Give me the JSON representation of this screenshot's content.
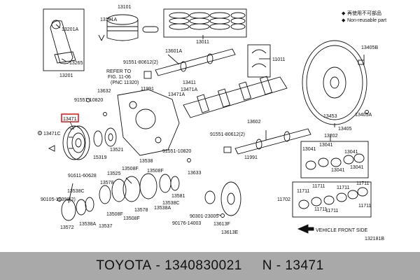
{
  "legend": {
    "reusable_marker": "◆",
    "reusable_text": "再使用不可部品",
    "non_reusable_marker": "◆",
    "non_reusable_text": "Non-reusable part"
  },
  "highlight": {
    "part_number": "13471",
    "color": "#e00000"
  },
  "labels": {
    "p13101": "13101",
    "p13101A": "13101A",
    "p13201A": "13201A",
    "p13265": "13265",
    "p13201": "13201",
    "p13011": "13011",
    "p13601A": "13601A",
    "p91551_80612_1": "91551-80612(2)",
    "refer_to": "REFER TO",
    "fig_ref": "FIG. 11-06",
    "pnc_ref": "(PNC 11320)",
    "p11991a": "11991",
    "p11011": "11011",
    "p13632": "13632",
    "p91551_10820a": "91551-10820",
    "p13471_hl": "13471",
    "p13471C": "13471C",
    "p13411": "13411",
    "p13471A": "13471A",
    "p13471A_2": "13471A",
    "p13405B": "13405B",
    "p13453": "13453",
    "p13405A": "13405A",
    "p13405": "13405",
    "p13602": "13602",
    "p91551_80612_2": "91551-80612(2)",
    "p11991b": "11991",
    "p13202": "13202",
    "p15319": "15319",
    "p13521": "13521",
    "p91551_10820b": "91551-10820",
    "p13633": "13633",
    "p13041a": "13041",
    "p13041b": "13041",
    "p13041c": "13041",
    "p13041d": "13041",
    "p13041e": "13041",
    "p91611_60628": "91611-60628",
    "p13525": "13525",
    "p13508F_1": "13508F",
    "p13538": "13538",
    "p13508F_2": "13508F",
    "p13538C_1": "13538C",
    "p13578_1": "13578",
    "p13581": "13581",
    "p13538C_2": "13538C",
    "p90105": "90105-10398(2)",
    "p13508F_3": "13508F",
    "p13578_2": "13578",
    "p13538A_1": "13538A",
    "p13572": "13572",
    "p13538A_2": "13538A",
    "p13537": "13537",
    "p13508F_4": "13508F",
    "p90301": "90301-23005",
    "p90176": "90176-14003",
    "p13613F": "13613F",
    "p13613E": "13613E",
    "p11702": "11702",
    "p11711a": "11711",
    "p11711b": "11711",
    "p11711c": "11711",
    "p11711d": "11711",
    "p11711e": "11711",
    "p11711f": "11711",
    "p11711g": "11711",
    "vehicle_front": "VEHICLE FRONT SIDE",
    "diagram_code": "132181B"
  },
  "footer": {
    "brand": "TOYOTA",
    "sep1": " - ",
    "oem_number": "1340830021",
    "gap": "     ",
    "n_label": "N",
    "sep2": " - ",
    "ref_number": "13471"
  }
}
